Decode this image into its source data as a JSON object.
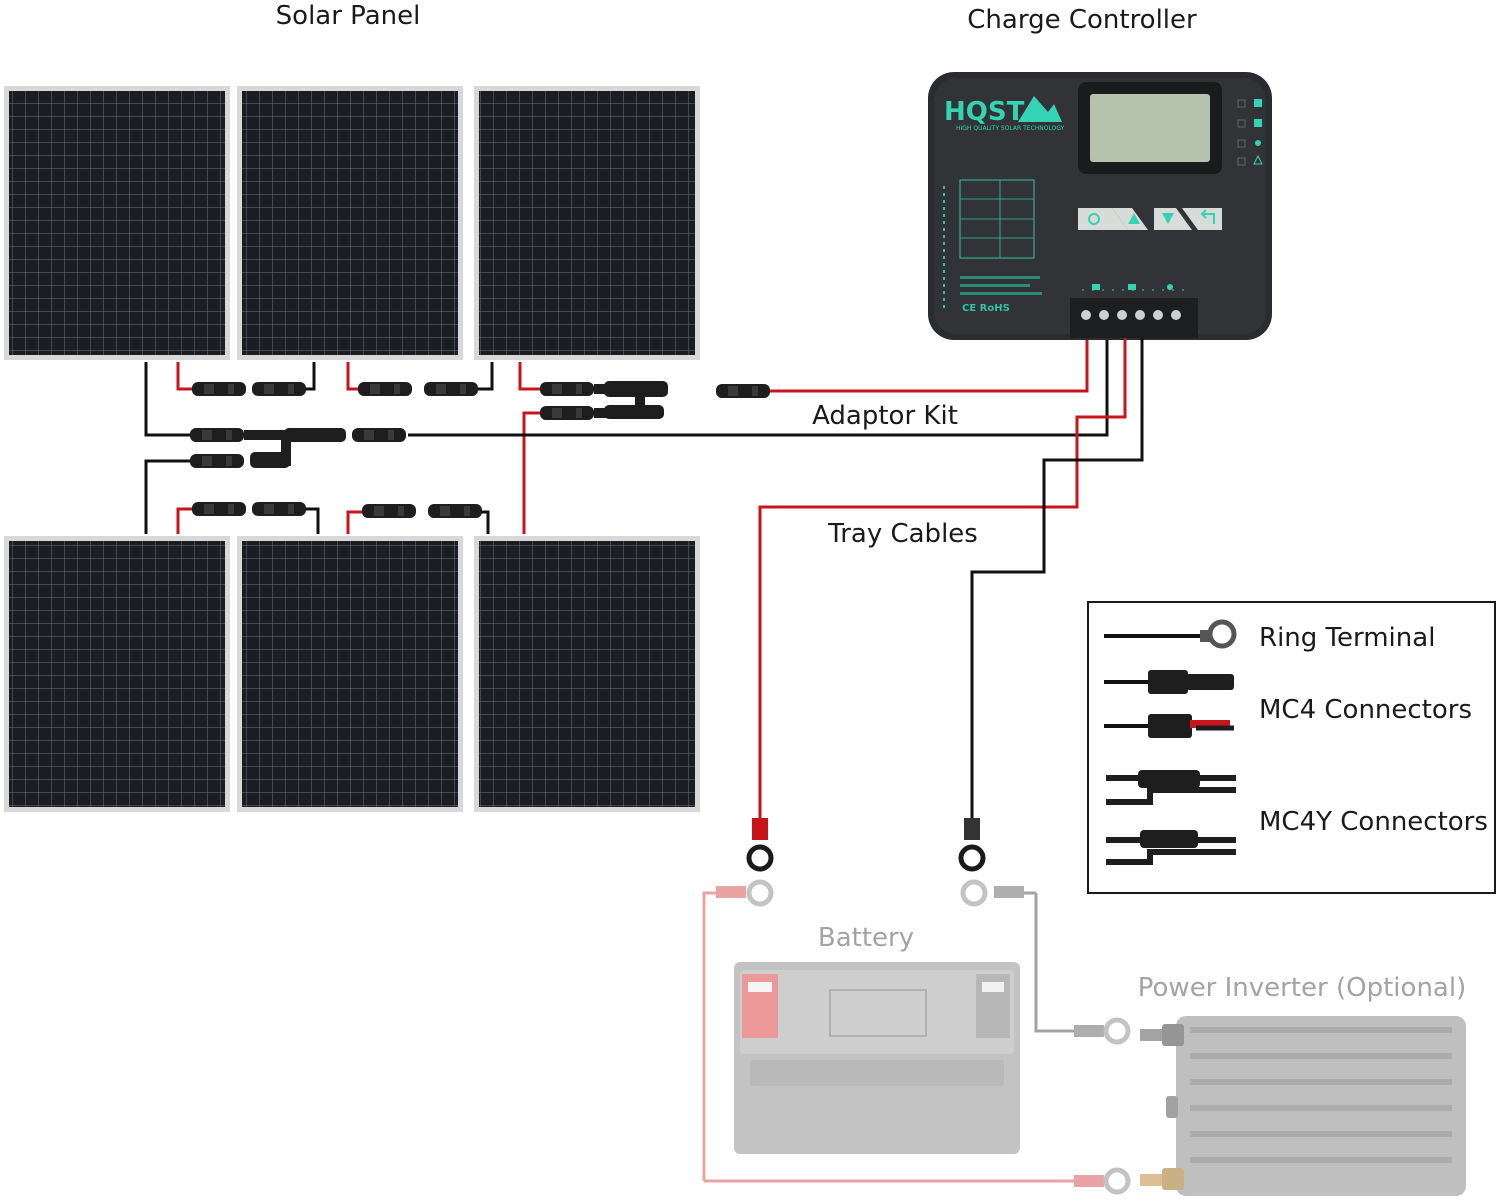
{
  "labels": {
    "solar_panel": "Solar Panel",
    "charge_controller": "Charge Controller",
    "adaptor_kit": "Adaptor Kit",
    "tray_cables": "Tray Cables",
    "battery": "Battery",
    "power_inverter": "Power Inverter (Optional)"
  },
  "controller": {
    "brand": "HQST",
    "brand_tagline": "HIGH QUALITY SOLAR TECHNOLOGY",
    "certification": "CE RoHS"
  },
  "legend": {
    "items": [
      {
        "label": "Ring Terminal",
        "icon": "ring-terminal-icon"
      },
      {
        "label": "MC4 Connectors",
        "icon": "mc4-connector-icon"
      },
      {
        "label": "MC4Y Connectors",
        "icon": "mc4y-connector-icon"
      }
    ]
  },
  "colors": {
    "positive_wire": "#c8151b",
    "negative_wire": "#111111",
    "faded_positive_wire": "#e89a9a",
    "faded_negative_wire": "#9a9a9a",
    "panel_cell": "#1b1d22",
    "controller_body": "#2b2c2f",
    "controller_accent": "#34d3b3",
    "lcd": "#b5c2ae"
  }
}
